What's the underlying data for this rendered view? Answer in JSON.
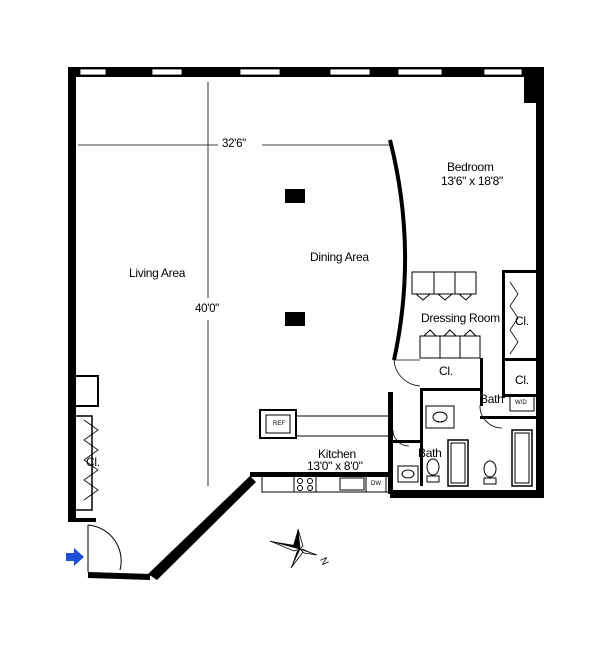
{
  "rooms": {
    "living": "Living Area",
    "dining": "Dining Area",
    "bedroom": "Bedroom",
    "bedroom_size": "13'6\" x 18'8\"",
    "dressing": "Dressing Room",
    "kitchen": "Kitchen",
    "kitchen_size": "13'0\" x 8'0\"",
    "bath_main": "Bath",
    "bath_master": "Bath",
    "closet_entry": "Cl.",
    "closet_dressing": "Cl.",
    "closet_right_upper": "Cl.",
    "closet_right_lower": "Cl."
  },
  "dimensions": {
    "width": "32'6\"",
    "depth": "40'0\""
  },
  "fixtures": {
    "refrigerator": "REF",
    "washer_dryer": "W/D",
    "dishwasher": "DW"
  },
  "compass": {
    "label": "N"
  },
  "colors": {
    "entry_arrow": "#1f4fd6",
    "wall": "#000000"
  }
}
